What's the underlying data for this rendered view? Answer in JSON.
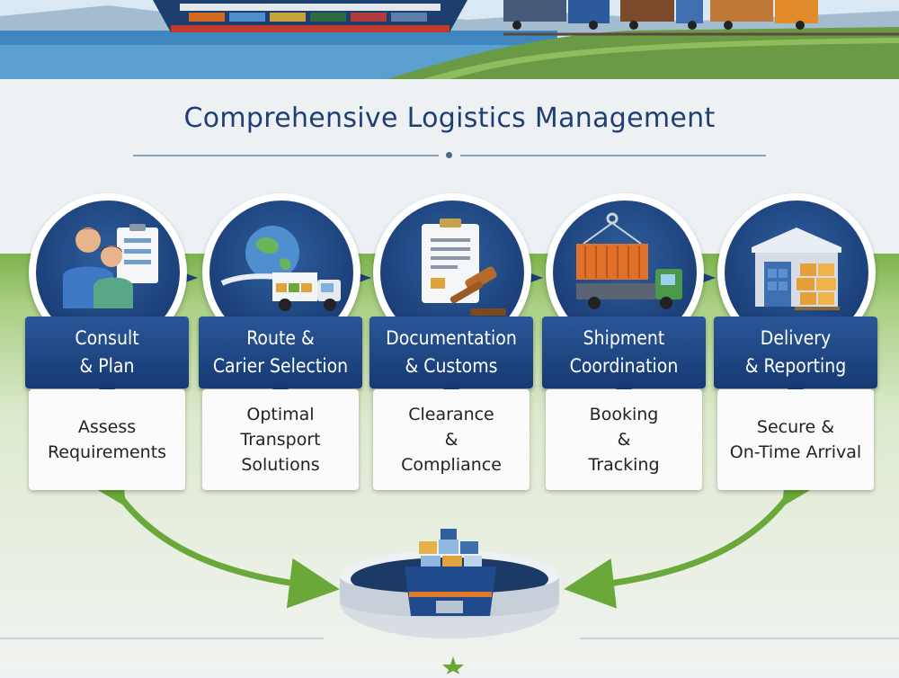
{
  "title": "Comprehensive Logistics Management",
  "steps": [
    {
      "title_line1": "Consult",
      "title_line2": "& Plan",
      "desc_line1": "Assess",
      "desc_line2": "Requirements",
      "desc_line3": "",
      "icon": "consultation-icon"
    },
    {
      "title_line1": "Route &",
      "title_line2": "Carier Selection",
      "desc_line1": "Optimal",
      "desc_line2": "Transport",
      "desc_line3": "Solutions",
      "icon": "route-truck-icon"
    },
    {
      "title_line1": "Documentation",
      "title_line2": "& Customs",
      "desc_line1": "Clearance",
      "desc_line2": "&",
      "desc_line3": "Compliance",
      "icon": "documents-gavel-icon"
    },
    {
      "title_line1": "Shipment",
      "title_line2": "Coordination",
      "desc_line1": "Booking",
      "desc_line2": "&",
      "desc_line3": "Tracking",
      "icon": "container-truck-icon"
    },
    {
      "title_line1": "Delivery",
      "title_line2": "& Reporting",
      "desc_line1": "Secure &",
      "desc_line2": "On-Time Arrival",
      "desc_line3": "",
      "icon": "warehouse-icon"
    }
  ],
  "colors": {
    "navy": "#1b3f78",
    "green": "#7db24c",
    "title": "#1f3f74"
  }
}
